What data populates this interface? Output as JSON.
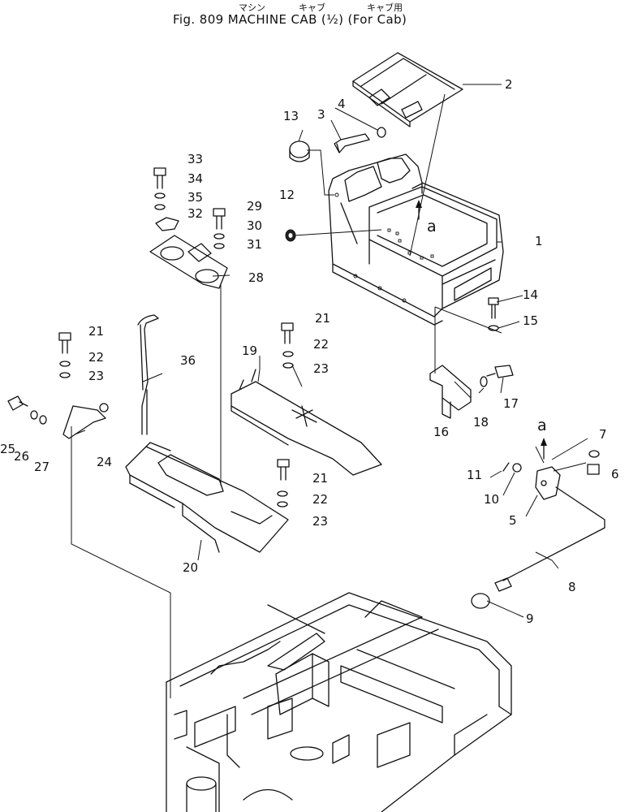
{
  "header": {
    "jp_machine": "マシン",
    "jp_cab": "キャブ",
    "jp_for_cab": "キャブ用",
    "fig_title": "Fig. 809   MACHINE CAB (½) (For Cab)"
  },
  "diagram": {
    "view_label": "a",
    "detail_label": "a",
    "callouts": [
      {
        "id": "c1",
        "text": "1"
      },
      {
        "id": "c2",
        "text": "2"
      },
      {
        "id": "c3",
        "text": "3"
      },
      {
        "id": "c4",
        "text": "4"
      },
      {
        "id": "c5",
        "text": "5"
      },
      {
        "id": "c6",
        "text": "6"
      },
      {
        "id": "c7",
        "text": "7"
      },
      {
        "id": "c8",
        "text": "8"
      },
      {
        "id": "c9",
        "text": "9"
      },
      {
        "id": "c10",
        "text": "10"
      },
      {
        "id": "c11",
        "text": "11"
      },
      {
        "id": "c12",
        "text": "12"
      },
      {
        "id": "c13",
        "text": "13"
      },
      {
        "id": "c14",
        "text": "14"
      },
      {
        "id": "c15",
        "text": "15"
      },
      {
        "id": "c16",
        "text": "16"
      },
      {
        "id": "c17",
        "text": "17"
      },
      {
        "id": "c18",
        "text": "18"
      },
      {
        "id": "c19",
        "text": "19"
      },
      {
        "id": "c20",
        "text": "20"
      },
      {
        "id": "c21a",
        "text": "21"
      },
      {
        "id": "c22a",
        "text": "22"
      },
      {
        "id": "c23a",
        "text": "23"
      },
      {
        "id": "c21b",
        "text": "21"
      },
      {
        "id": "c22b",
        "text": "22"
      },
      {
        "id": "c23b",
        "text": "23"
      },
      {
        "id": "c21c",
        "text": "21"
      },
      {
        "id": "c22c",
        "text": "22"
      },
      {
        "id": "c23c",
        "text": "23"
      },
      {
        "id": "c24",
        "text": "24"
      },
      {
        "id": "c25",
        "text": "25"
      },
      {
        "id": "c26",
        "text": "26"
      },
      {
        "id": "c27",
        "text": "27"
      },
      {
        "id": "c28",
        "text": "28"
      },
      {
        "id": "c29",
        "text": "29"
      },
      {
        "id": "c30",
        "text": "30"
      },
      {
        "id": "c31",
        "text": "31"
      },
      {
        "id": "c32",
        "text": "32"
      },
      {
        "id": "c33",
        "text": "33"
      },
      {
        "id": "c34",
        "text": "34"
      },
      {
        "id": "c35",
        "text": "35"
      },
      {
        "id": "c36",
        "text": "36"
      }
    ]
  }
}
